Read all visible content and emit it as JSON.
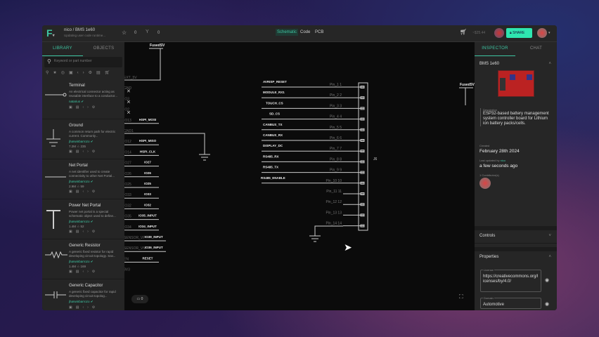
{
  "header": {
    "owner_project": "nico / BMS 1e60",
    "status": "Updating user code runtime...",
    "stars": "0",
    "forks": "0",
    "views": [
      "Schematic",
      "Code",
      "PCB"
    ],
    "active_view": "Schematic",
    "price": "~$25.44",
    "share": "SHARE"
  },
  "library": {
    "tabs": [
      "LIBRARY",
      "OBJECTS"
    ],
    "search_placeholder": "Keyword or part number",
    "items": [
      {
        "title": "Terminal",
        "desc": "An electrical connector acting as reusable interface to a conductor...",
        "author": "natarius",
        "stats": ""
      },
      {
        "title": "Ground",
        "desc": "A common return path for electric current. Commonly...",
        "author": "jharwinbarrozo",
        "stats": "7.2M  ☆ 235"
      },
      {
        "title": "Net Portal",
        "desc": "A net identifier used to create connectivity to other Net Portal...",
        "author": "jharwinbarrozo",
        "stats": "2.9M  ☆ 59"
      },
      {
        "title": "Power Net Portal",
        "desc": "Power net portal is a special schematic object used to define...",
        "author": "jharwinbarrozo",
        "stats": "1.4M  ☆ 52"
      },
      {
        "title": "Generic Resistor",
        "desc": "A generic fixed resistor for rapid developing circuit topology. Sav...",
        "author": "jharwinbarrozo",
        "stats": "1.4M  ☆ 169"
      },
      {
        "title": "Generic Capacitor",
        "desc": "A generic fixed capacitor for rapid developing circuit topolog...",
        "author": "jharwinbarrozo",
        "stats": ""
      }
    ]
  },
  "schematic": {
    "top_net": "FusedSV",
    "right_net": "Fused5V",
    "connector": "J6",
    "left_pins": [
      "EXT_5V",
      "GND",
      "IO3",
      "IO2",
      "IO13",
      "GND1",
      "IO12",
      "IO14",
      "IO27",
      "IO26",
      "IO25",
      "IO33",
      "IO32",
      "IO35",
      "IO34",
      "SENSOR_VP",
      "SENSOR_VN",
      "EN",
      "3V3"
    ],
    "left_nets": [
      "",
      "",
      "",
      "",
      "HSPI_MOSI",
      "",
      "HSPI_MISO",
      "HSPI_CLK",
      "IO27",
      "IO26",
      "IO25",
      "IO33",
      "IO32",
      "IO35_INPUT",
      "IO34_INPUT",
      "IO39_INPUT",
      "IO36_INPUT",
      "RESET",
      ""
    ],
    "right_nets": [
      "AVRISP_RESET",
      "MODULE_RX1",
      "TOUCH_CS",
      "SD_CS",
      "CANBUS_TX",
      "CANBUS_RX",
      "DISPLAY_DC",
      "RS485_RX",
      "RS485_TX",
      "RS485_ENABLE",
      "",
      "",
      "",
      ""
    ],
    "pin_labels": [
      "Pin_1 1",
      "Pin_2 2",
      "Pin_3 3",
      "Pin_4 4",
      "Pin_5 5",
      "Pin_6 6",
      "Pin_7 7",
      "Pin_8 8",
      "Pin_9 9",
      "Pin_10 10",
      "Pin_11 11",
      "Pin_12 12",
      "Pin_13 13",
      "Pin_14 14"
    ],
    "comments": "0"
  },
  "inspector": {
    "tabs": [
      "INSPECTOR",
      "CHAT"
    ],
    "title": "BMS 1e60",
    "description_label": "Description",
    "description": "ESP32-based battery management system controller board for Lithium ion battery packs/cells.",
    "created_label": "Created",
    "created": "February 28th 2024",
    "updated_label": "Last updated by",
    "updated_by": "nico",
    "updated": "a few seconds ago",
    "contributors": "1 Contributor(s)",
    "controls": "Controls",
    "properties": "Properties",
    "license_label": "License",
    "license": "https://creativecommons.org/licenses/by/4.0/",
    "domain_label": "Domain",
    "domain": "Automotive"
  },
  "colors": {
    "accent": "#3ec6a3",
    "canvas": "#0b0b0b"
  }
}
